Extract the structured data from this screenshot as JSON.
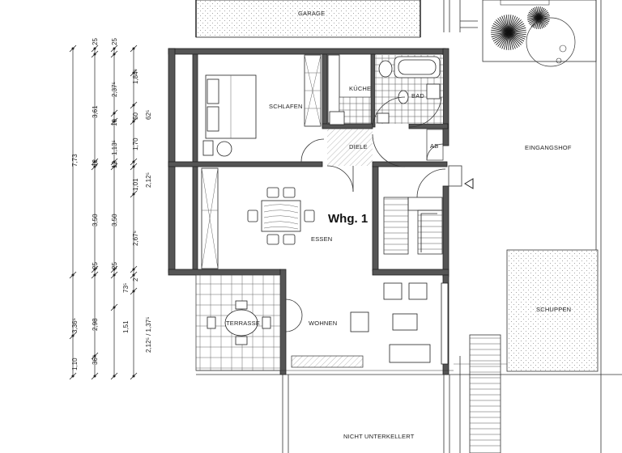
{
  "plan": {
    "unit_label": "Whg. 1",
    "rooms": {
      "garage": "GARAGE",
      "schlafen": "SCHLAFEN",
      "kueche": "KÜCHE",
      "bad": "BAD",
      "diele": "DIELE",
      "ab": "AB",
      "essen": "ESSEN",
      "wohnen": "WOHNEN",
      "terrasse": "TERRASSE",
      "eingangshof": "EINGANGSHOF",
      "schuppen": "SCHUPPEN",
      "nicht_unterkellert": "NICHT UNTERKELLERT"
    },
    "dimensions": {
      "col1": [
        "7,73",
        "3,36⁵",
        "1,10"
      ],
      "col2": [
        "25",
        "3,61",
        "12",
        "3,50",
        "25",
        "2,98",
        "36⁵"
      ],
      "col3": [
        "25",
        "2,37⁵",
        "10",
        "1,13⁵",
        "12",
        "3,50",
        "25",
        "1,51",
        "73⁵"
      ],
      "col4": [
        "1,84⁵",
        "62⁵",
        "50",
        "1,70",
        "1,01",
        "2,12⁵",
        "2,67⁵",
        "2",
        "2,12⁵ / 1,37⁵"
      ]
    }
  }
}
